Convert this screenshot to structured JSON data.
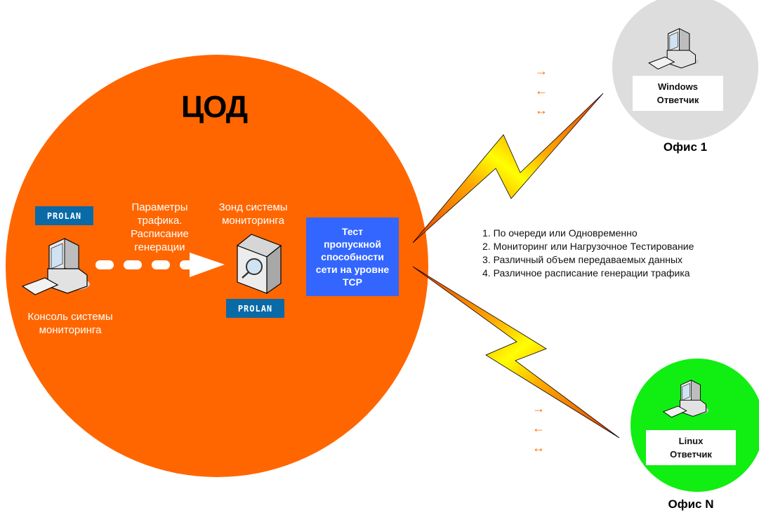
{
  "colors": {
    "datacenter": "#ff6600",
    "office1": "#dddddd",
    "officeN": "#11ee11",
    "test_box": "#3366ff",
    "logo_bg": "#0a6aa8",
    "arrow": "#ff6a00"
  },
  "datacenter": {
    "title": "ЦОД",
    "logo_top": "PRОLAN",
    "logo_bottom": "PRОLAN",
    "console_label": [
      "Консоль системы",
      "мониторинга"
    ],
    "traffic_label": [
      "Параметры",
      "трафика.",
      "Расписание",
      "генерации"
    ],
    "probe_label": [
      "Зонд системы",
      "мониторинга"
    ],
    "test_box": [
      "Тест",
      "пропускной",
      "способности",
      "сети на уровне",
      "TCP"
    ],
    "icons": {
      "console": "desktop-computer-icon",
      "probe": "probe-magnifier-icon",
      "flow": "dashed-arrow-icon"
    }
  },
  "features": [
    "1. По очереди или Одновременно",
    "2. Мониторинг или Нагрузочное Тестирование",
    "3. Различный объем передаваемых данных",
    "4. Различное расписание генерации трафика"
  ],
  "direction_arrows": {
    "forward": "→",
    "backward": "←",
    "both": "↔"
  },
  "offices": [
    {
      "name": "Офис 1",
      "os": "Windows",
      "role": "Ответчик"
    },
    {
      "name": "Офис N",
      "os": "Linux",
      "role": "Ответчик"
    }
  ]
}
